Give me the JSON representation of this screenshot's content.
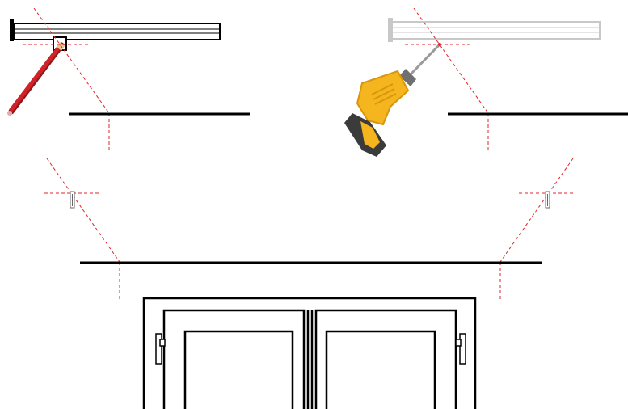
{
  "diagram": {
    "steps": [
      {
        "id": "mark",
        "tool": "pencil-icon",
        "rail_state": "held"
      },
      {
        "id": "drill",
        "tool": "drill-icon",
        "rail_state": "removed"
      },
      {
        "id": "anchors",
        "tool": "wall-plug-icon"
      },
      {
        "id": "window",
        "tool": "window-frame"
      }
    ],
    "colors": {
      "line": "#000000",
      "guide": "#e0242b",
      "rail_faded": "#c8c8c8",
      "pencil": "#d32128",
      "drill_body": "#f5b51f",
      "drill_dark": "#3b3b3b"
    }
  }
}
